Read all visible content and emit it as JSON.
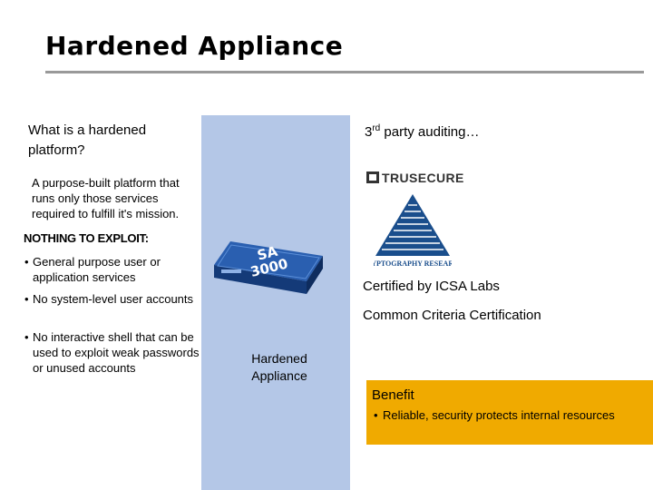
{
  "slide": {
    "title": "Hardened Appliance"
  },
  "left": {
    "question": "What is a hardened platform?",
    "description": "A purpose-built platform that runs only those services required to fulfill it's mission.",
    "nothing_heading": "NOTHING TO EXPLOIT:",
    "bullet_char": "•",
    "bullets": [
      "General purpose user or application services",
      "No system-level user accounts",
      "No interactive shell that can be used to exploit weak passwords or unused accounts"
    ]
  },
  "center": {
    "device_badge_line1": "SA",
    "device_badge_line2": "3000",
    "device_icon": "appliance-device-icon",
    "label": "Hardened Appliance",
    "panel_color": "#b4c7e7"
  },
  "right": {
    "audit_prefix": "3",
    "audit_sup": "rd",
    "audit_suffix": " party auditing…",
    "logo1_text": "TRUSECURE",
    "logo1_icon": "trusecure-logo-icon",
    "logo2_text": "CRYPTOGRAPHY RESEARCH",
    "logo2_icon": "cryptography-research-logo-icon",
    "cert_1": "Certified by ICSA Labs",
    "cert_2": "Common Criteria Certification"
  },
  "benefit": {
    "title": "Benefit",
    "bullet_char": "•",
    "item": "Reliable, security protects internal resources",
    "box_color": "#f0aa00"
  },
  "colors": {
    "rule": "#999999",
    "logo_blue": "#1a4e8c",
    "device_blue": "#1f4f9a"
  }
}
